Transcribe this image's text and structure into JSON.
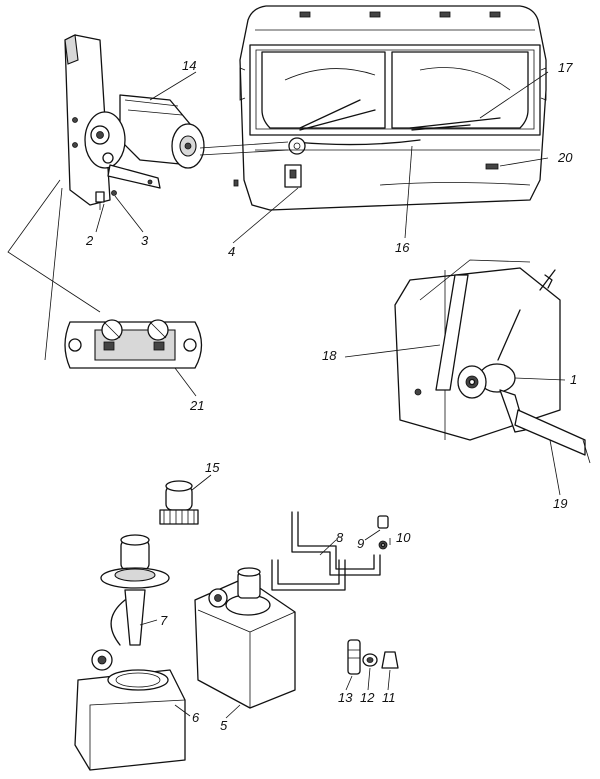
{
  "labels": {
    "l1": "1",
    "l2": "2",
    "l3": "3",
    "l4": "4",
    "l5": "5",
    "l6": "6",
    "l7": "7",
    "l8": "8",
    "l9": "9",
    "l10": "10",
    "l11": "11",
    "l12": "12",
    "l13": "13",
    "l14": "14",
    "l15": "15",
    "l16": "16",
    "l17": "17",
    "l18": "18",
    "l19": "19",
    "l20": "20",
    "l21": "21"
  }
}
